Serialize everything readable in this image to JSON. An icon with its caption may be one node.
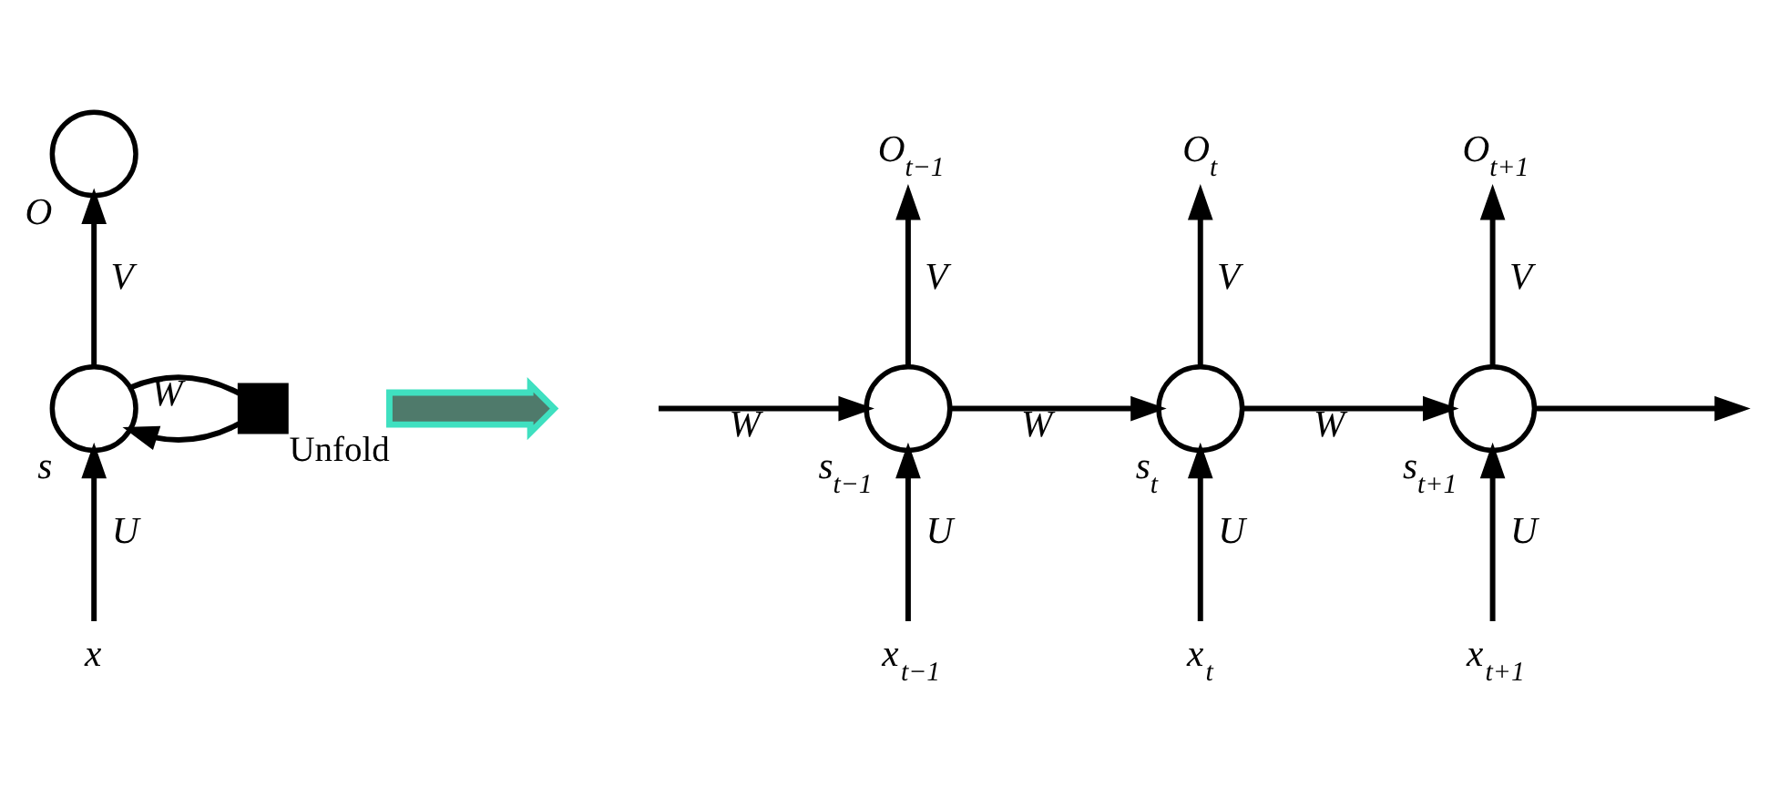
{
  "diagram": {
    "nodes": [
      {
        "text": [
          "O"
        ]
      },
      {
        "text": [
          "s"
        ]
      },
      {
        "text": [],
        "shape": "box"
      },
      {
        "text": [],
        "shape": "arrow",
        "beside": [
          "Unfold"
        ]
      },
      {
        "text": [
          "x"
        ]
      },
      {
        "text": [
          "O$_{t−1}$"
        ]
      },
      {
        "text": [
          "O$_{t}$"
        ]
      },
      {
        "text": [
          "O$_{t+1}$"
        ]
      },
      {
        "text": [
          "s$_{t−1}$"
        ]
      },
      {
        "text": [
          "s$_{t}$"
        ]
      },
      {
        "text": [
          "s$_{t+1}$"
        ]
      },
      {
        "text": [
          "x$_{t−1}$"
        ]
      },
      {
        "text": [
          "x$_{t}$"
        ]
      },
      {
        "text": [
          "x$_{t+1}$"
        ]
      }
    ],
    "edges": [
      {
        "from": 4,
        "to": 1,
        "label": "U",
        "arrow": "to"
      },
      {
        "from": 1,
        "to": 0,
        "label": "V",
        "arrow": "to"
      },
      {
        "from": 1,
        "to": 2,
        "label": "W",
        "arrow": "none"
      },
      {
        "from": 2,
        "to": 1,
        "arrow": "to"
      },
      {
        "from": null,
        "to": 8,
        "label": "W",
        "arrow": "to"
      },
      {
        "from": 8,
        "to": 9,
        "label": "W",
        "arrow": "to"
      },
      {
        "from": 9,
        "to": 10,
        "label": "W",
        "arrow": "to"
      },
      {
        "from": 10,
        "to": null,
        "arrow": "to"
      },
      {
        "from": 11,
        "to": 8,
        "label": "U",
        "arrow": "to"
      },
      {
        "from": 8,
        "to": 5,
        "label": "V",
        "arrow": "to"
      },
      {
        "from": 12,
        "to": 9,
        "label": "U",
        "arrow": "to"
      },
      {
        "from": 9,
        "to": 6,
        "label": "V",
        "arrow": "to"
      },
      {
        "from": 13,
        "to": 10,
        "label": "U",
        "arrow": "to"
      },
      {
        "from": 10,
        "to": 7,
        "label": "V",
        "arrow": "to"
      }
    ]
  }
}
